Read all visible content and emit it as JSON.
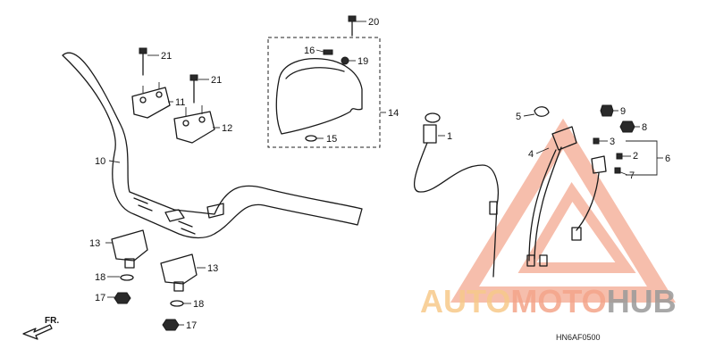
{
  "diagram": {
    "code": "HN6AF0500",
    "direction_label": "FR.",
    "callouts": [
      "1",
      "2",
      "3",
      "4",
      "5",
      "6",
      "7",
      "8",
      "9",
      "10",
      "11",
      "12",
      "13",
      "13",
      "14",
      "15",
      "16",
      "17",
      "17",
      "18",
      "18",
      "19",
      "20",
      "21",
      "21"
    ]
  },
  "watermark": {
    "word1": "AUTO",
    "word2": "MOTO",
    "word3": "HUB",
    "color_primary": "#f4a58a",
    "color_secondary": "#f7c98a",
    "color_dark": "#9a9a9a"
  }
}
